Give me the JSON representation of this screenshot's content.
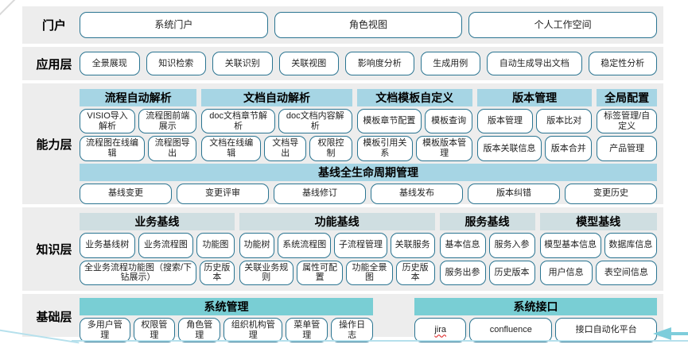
{
  "colors": {
    "row_background": "#ededed",
    "capability_header": "#a6d5e4",
    "knowledge_header": "#cfdee1",
    "foundation_header": "#79ced4",
    "button_border": "#2a7491",
    "button_background": "#ffffff",
    "accent_line": "#b5e0ec",
    "arrow": "#7ecddb",
    "spell_underline": "#e03434"
  },
  "spell_underlined": [
    "jira"
  ],
  "layers": {
    "portal": {
      "label": "门户",
      "buttons": [
        "系统门户",
        "角色视图",
        "个人工作空间"
      ]
    },
    "application": {
      "label": "应用层",
      "buttons": [
        "全景展现",
        "知识检索",
        "关联识别",
        "关联视图",
        "影响度分析",
        "生成用例",
        "自动生成导出文档",
        "稳定性分析"
      ]
    },
    "capability": {
      "label": "能力层",
      "groups": [
        {
          "name": "process-auto-parsing",
          "header": "流程自动解析",
          "flex": 148,
          "rows": [
            [
              "VISIO导入解析",
              "流程图前端展示"
            ],
            [
              "流程图在线编辑",
              "流程图导出"
            ]
          ]
        },
        {
          "name": "doc-auto-parsing",
          "header": "文档自动解析",
          "flex": 190,
          "rows": [
            [
              "doc文档章节解析",
              "doc文档内容解析"
            ],
            [
              "文档在线编辑",
              "文档导出",
              "权限控制"
            ]
          ]
        },
        {
          "name": "doc-template-custom",
          "header": "文档模板自定义",
          "flex": 146,
          "rows": [
            [
              "模板章节配置",
              "模板查询"
            ],
            [
              "模板引用关系",
              "模板版本管理"
            ]
          ]
        },
        {
          "name": "version-management",
          "header": "版本管理",
          "flex": 145,
          "rows": [
            [
              "版本管理",
              "版本比对"
            ],
            [
              "版本关联信息",
              "版本合并"
            ]
          ]
        },
        {
          "name": "global-config",
          "header": "全局配置",
          "flex": 76,
          "rows": [
            [
              "标签管理/自定义"
            ],
            [
              "产品管理"
            ]
          ]
        }
      ],
      "baseline": {
        "header": "基线全生命周期管理",
        "buttons": [
          "基线变更",
          "变更评审",
          "基线修订",
          "基线发布",
          "版本纠错",
          "变更历史"
        ]
      }
    },
    "knowledge": {
      "label": "知识层",
      "groups": [
        {
          "name": "business-baseline",
          "header": "业务基线",
          "flex": 198,
          "rows": [
            [
              "业务基线树",
              "业务流程图",
              "功能图"
            ],
            [
              "全业务流程功能图（搜索/下钻展示）",
              "历史版本"
            ]
          ]
        },
        {
          "name": "function-baseline",
          "header": "功能基线",
          "flex": 250,
          "rows": [
            [
              "功能树",
              "系统流程图",
              "子流程管理",
              "关联服务"
            ],
            [
              "关联业务规则",
              "属性可配置",
              "功能全景图",
              "历史版本"
            ]
          ]
        },
        {
          "name": "service-baseline",
          "header": "服务基线",
          "flex": 122,
          "rows": [
            [
              "基本信息",
              "服务入参"
            ],
            [
              "服务出参",
              "历史版本"
            ]
          ]
        },
        {
          "name": "model-baseline",
          "header": "模型基线",
          "flex": 150,
          "rows": [
            [
              "模型基本信息",
              "数据库信息"
            ],
            [
              "用户信息",
              "表空间信息"
            ]
          ]
        }
      ]
    },
    "foundation": {
      "label": "基础层",
      "groups": [
        {
          "name": "system-management",
          "header": "系统管理",
          "flex": 375,
          "rows": [
            [
              "多用户管理",
              "权限管理",
              "角色管理",
              "组织机构管理",
              "菜单管理",
              "操作日志"
            ]
          ]
        },
        {
          "name": "system-interface",
          "header": "系统接口",
          "flex": 310,
          "rows": [
            [
              "jira",
              "confluence",
              "接口自动化平台"
            ]
          ]
        }
      ]
    }
  }
}
